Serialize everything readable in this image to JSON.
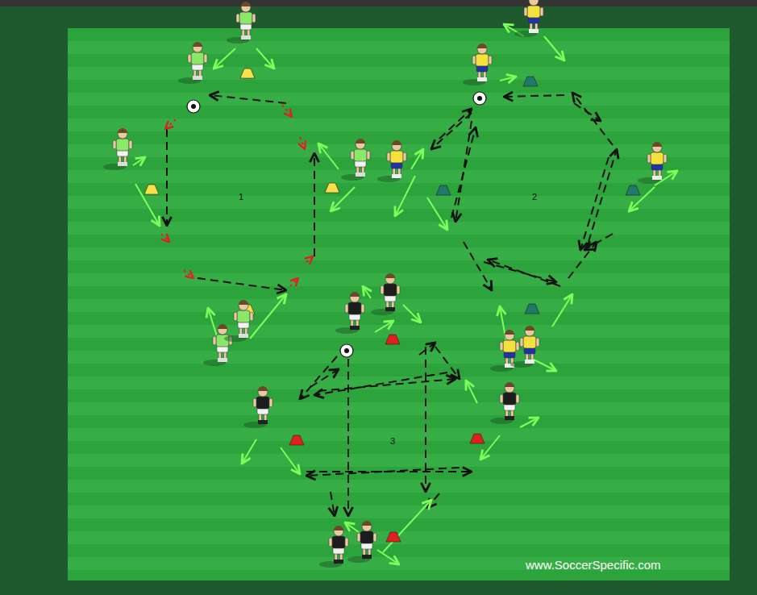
{
  "diagram": {
    "labels": [
      "1",
      "2",
      "3",
      "www.SoccerSpecific.com"
    ]
  }
}
